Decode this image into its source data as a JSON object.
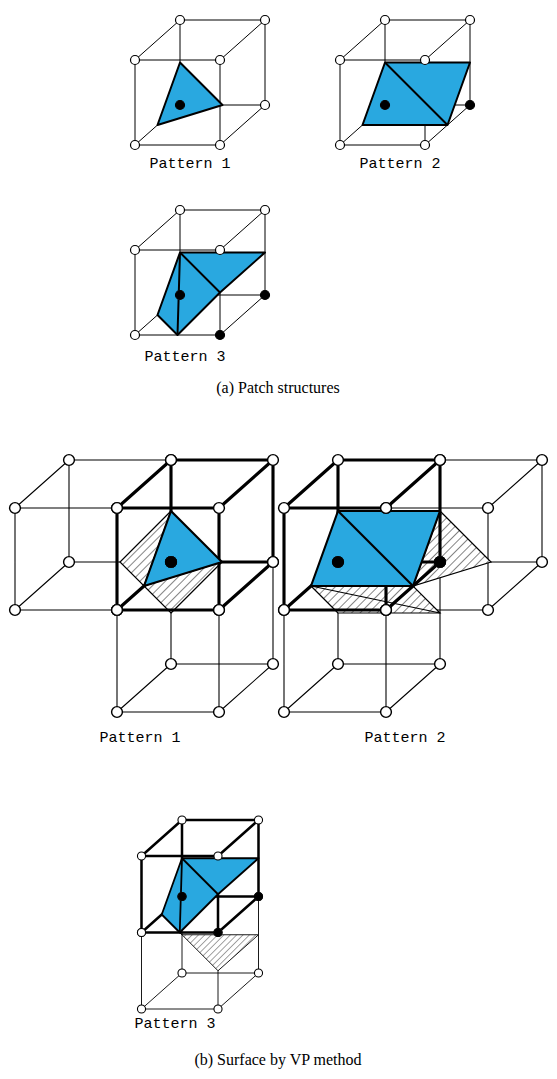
{
  "diagram": {
    "labels": [
      "Pattern 1",
      "Pattern 2",
      "Pattern 3",
      "(a) Patch structures",
      "Pattern 1",
      "Pattern 2",
      "Pattern 3",
      "(b) Surface by VP method"
    ]
  }
}
